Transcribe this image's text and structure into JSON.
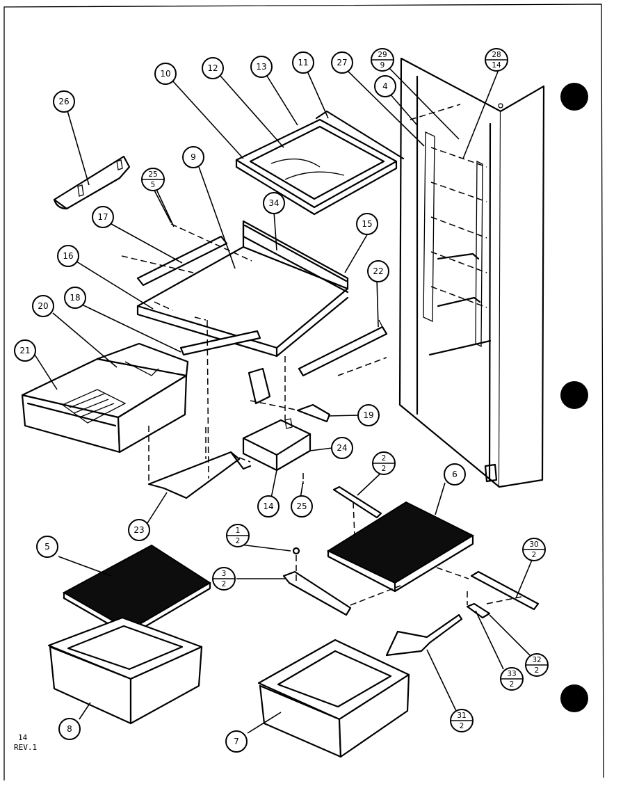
{
  "figure_notes": {
    "sheet_number": "14",
    "revision": "REV.1"
  },
  "callouts": [
    {
      "id": "c26",
      "label": "26"
    },
    {
      "id": "c10",
      "label": "10"
    },
    {
      "id": "c12",
      "label": "12"
    },
    {
      "id": "c13",
      "label": "13"
    },
    {
      "id": "c11",
      "label": "11"
    },
    {
      "id": "c27",
      "label": "27"
    },
    {
      "id": "c4",
      "label": "4"
    },
    {
      "id": "c9",
      "label": "9"
    },
    {
      "id": "c34",
      "label": "34"
    },
    {
      "id": "c15",
      "label": "15"
    },
    {
      "id": "c17",
      "label": "17"
    },
    {
      "id": "c16",
      "label": "16"
    },
    {
      "id": "c18",
      "label": "18"
    },
    {
      "id": "c20",
      "label": "20"
    },
    {
      "id": "c21",
      "label": "21"
    },
    {
      "id": "c22",
      "label": "22"
    },
    {
      "id": "c19",
      "label": "19"
    },
    {
      "id": "c24",
      "label": "24"
    },
    {
      "id": "c14",
      "label": "14"
    },
    {
      "id": "c25",
      "label": "25"
    },
    {
      "id": "c23",
      "label": "23"
    },
    {
      "id": "c6",
      "label": "6"
    },
    {
      "id": "c5",
      "label": "5"
    },
    {
      "id": "c8",
      "label": "8"
    },
    {
      "id": "c7",
      "label": "7"
    }
  ],
  "fraction_callouts": [
    {
      "id": "f29_9",
      "top": "29",
      "bottom": "9"
    },
    {
      "id": "f28_14",
      "top": "28",
      "bottom": "14"
    },
    {
      "id": "f25_5",
      "top": "25",
      "bottom": "5"
    },
    {
      "id": "f2_2",
      "top": "2",
      "bottom": "2"
    },
    {
      "id": "f1_2",
      "top": "1",
      "bottom": "2"
    },
    {
      "id": "f3_2",
      "top": "3",
      "bottom": "2"
    },
    {
      "id": "f30_2",
      "top": "30",
      "bottom": "2"
    },
    {
      "id": "f32_2",
      "top": "32",
      "bottom": "2"
    },
    {
      "id": "f33_2",
      "top": "33",
      "bottom": "2"
    },
    {
      "id": "f31_2",
      "top": "31",
      "bottom": "2"
    }
  ]
}
